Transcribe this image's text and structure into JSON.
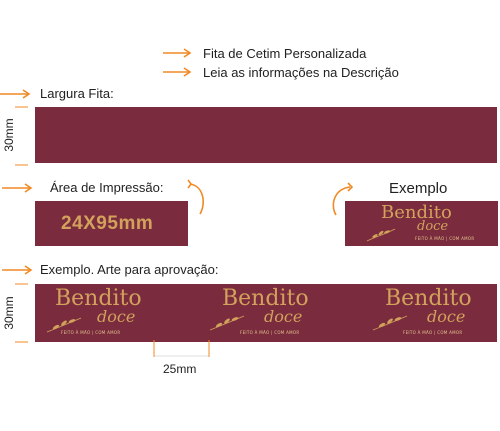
{
  "notes": {
    "line1": "Fita de Cetim Personalizada",
    "line2": "Leia as informações na Descrição"
  },
  "sections": {
    "width_label": "Largura Fita:",
    "print_area_label": "Área de Impressão:",
    "example_label": "Exemplo",
    "approval_label": "Exemplo. Arte para aprovação:"
  },
  "dimensions": {
    "height_top": "30mm",
    "print_size": "24X95mm",
    "height_bottom": "30mm",
    "spacing": "25mm"
  },
  "brand": {
    "name_top": "Bendito",
    "name_bottom": "doce",
    "tagline": "FEITO À MÃO | COM AMOR"
  },
  "colors": {
    "ribbon": "#7a2c3e",
    "arrow": "#f08a24",
    "gold": "#d2a15b"
  }
}
